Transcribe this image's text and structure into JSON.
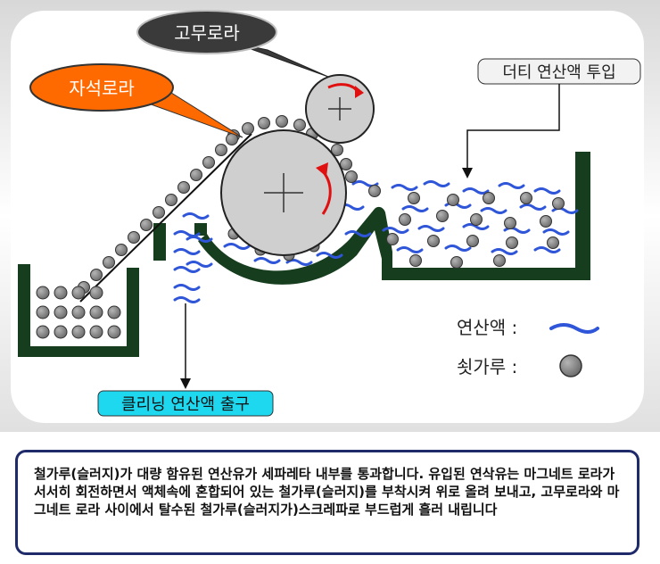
{
  "labels": {
    "rubber_roller": "고무로라",
    "magnet_roller": "자석로라",
    "dirty_oil_input": "더티 연산액 투입",
    "clean_oil_output": "클리닝 연산액 출구"
  },
  "legend": {
    "oil_label": "연산액 :",
    "iron_label": "쇳가루 :"
  },
  "caption": "철가루(슬러지)가 대량 함유된 연산유가 세파레타 내부를 통과합니다. 유입된 연삭유는 마그네트 로라가 서서히 회전하면서 액체속에 혼합되어 있는 철가루(슬러지)를 부착시켜 위로 올려 보내고, 고무로라와 마그네트 로라 사이에서 탈수된 철가루(슬러지가)스크레파로 부드럽게 흘러 내립니다",
  "colors": {
    "tank_green": "#163d1e",
    "oil_blue": "#2f55d8",
    "roller_gray": "#cfcfcf",
    "magnet_callout": "#ff6a00",
    "rubber_callout": "#3a3a3a",
    "outlet_cyan": "#1ed8f0",
    "arrow_red": "#e01010"
  }
}
